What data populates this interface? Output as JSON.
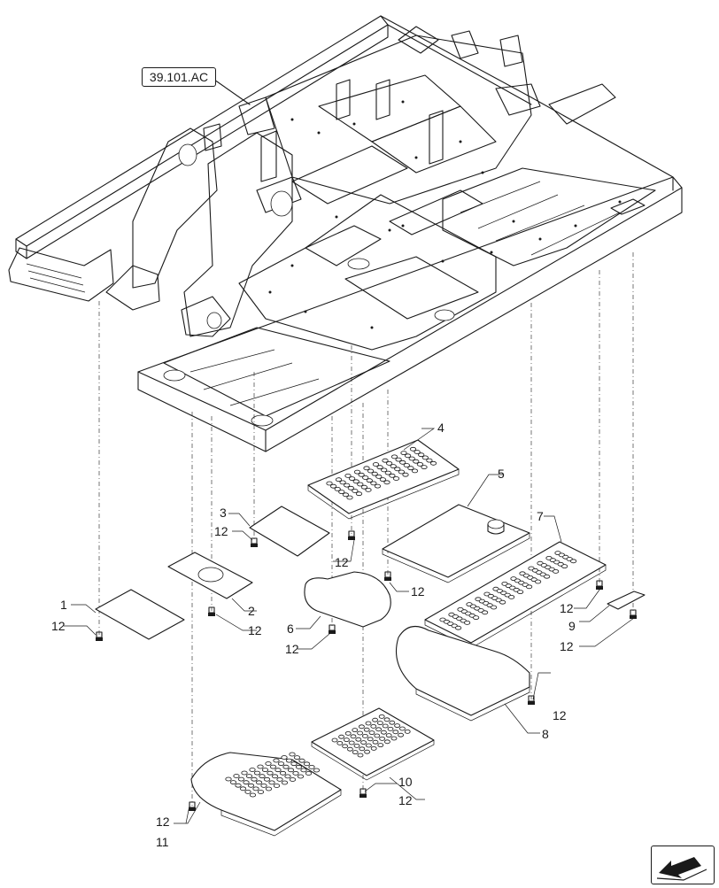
{
  "diagram": {
    "reference_label": "39.101.AC",
    "callouts": {
      "p1": "1",
      "p2": "2",
      "p3": "3",
      "p4": "4",
      "p5": "5",
      "p6": "6",
      "p7": "7",
      "p8": "8",
      "p9": "9",
      "p10": "10",
      "p11": "11",
      "b12": "12"
    }
  },
  "nav": {
    "icon": "next-page-arrow-icon"
  }
}
